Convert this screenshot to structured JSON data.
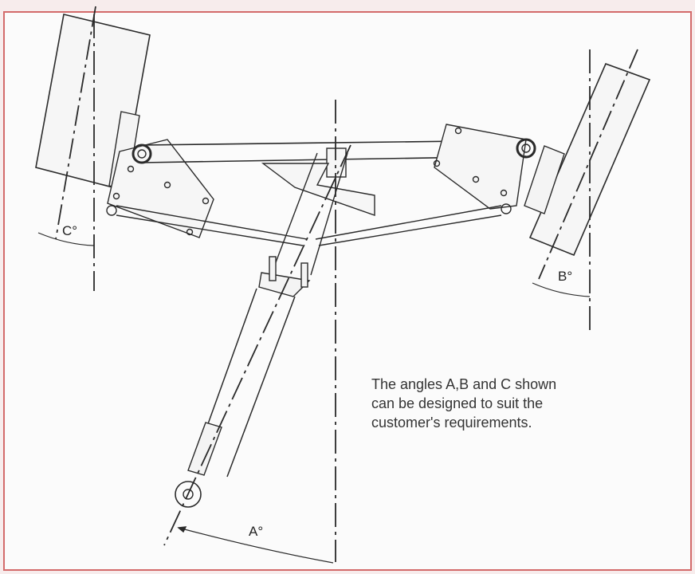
{
  "labels": {
    "angle_a": "A°",
    "angle_b": "B°",
    "angle_c": "C°"
  },
  "note": {
    "line1": "The angles A,B and C shown",
    "line2": "can be designed to suit the",
    "line3": "customer's requirements."
  },
  "colors": {
    "border": "#d36b6b",
    "ink": "#2a2a2a",
    "paper": "#fbfbfb"
  }
}
